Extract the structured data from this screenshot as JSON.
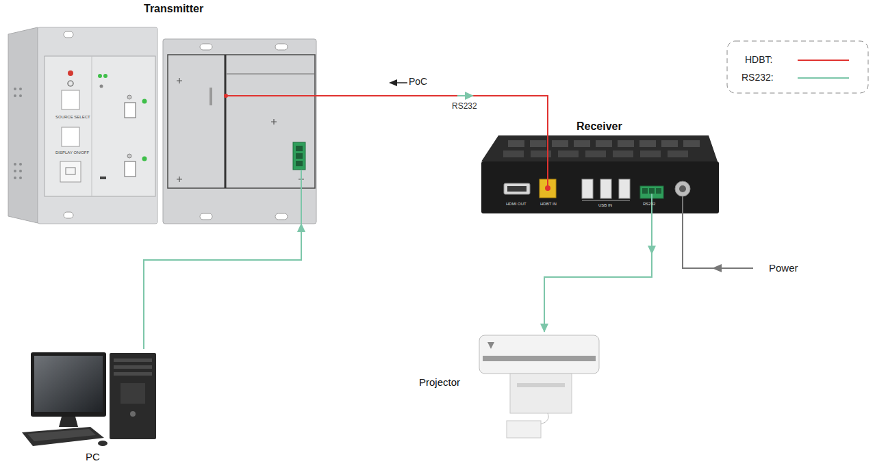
{
  "diagram": {
    "nodes": [
      {
        "text": [
          "Transmitter"
        ]
      },
      {
        "text": [
          "Receiver"
        ]
      },
      {
        "text": [
          "PC"
        ]
      },
      {
        "text": [
          "Projector"
        ]
      }
    ],
    "edges": [
      {
        "from": 0,
        "to": 1,
        "arrow": "none",
        "label": "RS232"
      },
      {
        "from": 2,
        "to": 0,
        "arrow": "to"
      },
      {
        "from": 1,
        "to": 3,
        "arrow": "to"
      }
    ],
    "labels": [
      "PoC",
      "Power",
      "SOURCE SELECT",
      "DISPLAY ON/OFF",
      "HDMI OUT",
      "HDBT IN",
      "USB IN",
      "RS232"
    ],
    "legend": [
      {
        "text": "HDBT:"
      },
      {
        "text": "RS232:"
      }
    ]
  }
}
